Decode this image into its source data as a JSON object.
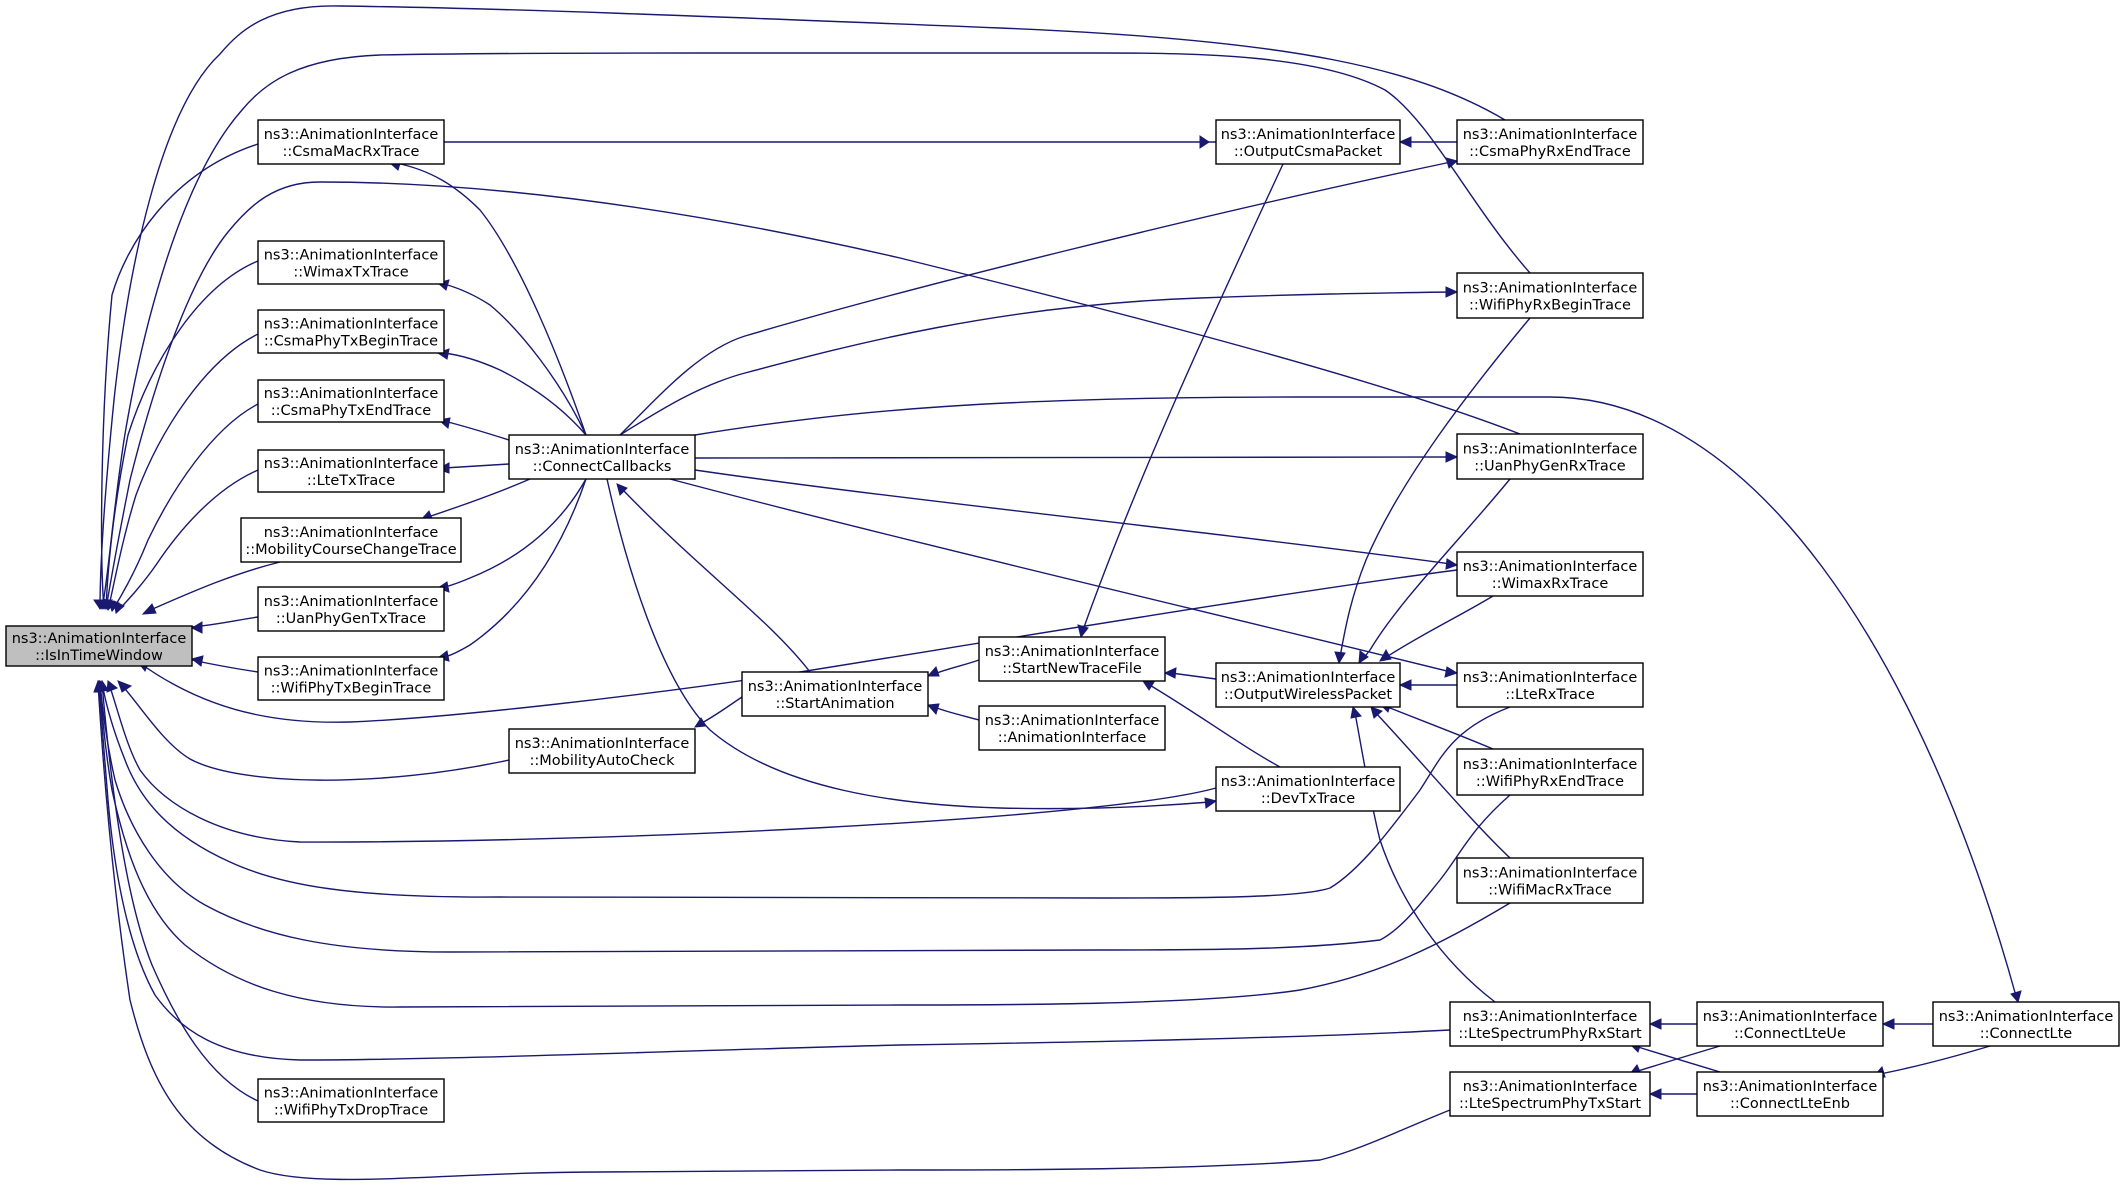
{
  "graph": {
    "background_color": "#ffffff",
    "edge_color": "#191970",
    "node_fill": "#ffffff",
    "focus_fill": "#bfbfbf",
    "nodes": [
      {
        "id": "isInTimeWindow",
        "line1": "ns3::AnimationInterface",
        "line2": "::IsInTimeWindow",
        "focus": true
      },
      {
        "id": "csmaMacRxTrace",
        "line1": "ns3::AnimationInterface",
        "line2": "::CsmaMacRxTrace"
      },
      {
        "id": "wimaxTxTrace",
        "line1": "ns3::AnimationInterface",
        "line2": "::WimaxTxTrace"
      },
      {
        "id": "csmaPhyTxBeginTrace",
        "line1": "ns3::AnimationInterface",
        "line2": "::CsmaPhyTxBeginTrace"
      },
      {
        "id": "csmaPhyTxEndTrace",
        "line1": "ns3::AnimationInterface",
        "line2": "::CsmaPhyTxEndTrace"
      },
      {
        "id": "lteTxTrace",
        "line1": "ns3::AnimationInterface",
        "line2": "::LteTxTrace"
      },
      {
        "id": "mobilityCourseChangeTrace",
        "line1": "ns3::AnimationInterface",
        "line2": "::MobilityCourseChangeTrace"
      },
      {
        "id": "uanPhyGenTxTrace",
        "line1": "ns3::AnimationInterface",
        "line2": "::UanPhyGenTxTrace"
      },
      {
        "id": "wifiPhyTxBeginTrace",
        "line1": "ns3::AnimationInterface",
        "line2": "::WifiPhyTxBeginTrace"
      },
      {
        "id": "wifiPhyTxDropTrace",
        "line1": "ns3::AnimationInterface",
        "line2": "::WifiPhyTxDropTrace"
      },
      {
        "id": "connectCallbacks",
        "line1": "ns3::AnimationInterface",
        "line2": "::ConnectCallbacks"
      },
      {
        "id": "mobilityAutoCheck",
        "line1": "ns3::AnimationInterface",
        "line2": "::MobilityAutoCheck"
      },
      {
        "id": "startAnimation",
        "line1": "ns3::AnimationInterface",
        "line2": "::StartAnimation"
      },
      {
        "id": "startNewTraceFile",
        "line1": "ns3::AnimationInterface",
        "line2": "::StartNewTraceFile"
      },
      {
        "id": "animationInterface",
        "line1": "ns3::AnimationInterface",
        "line2": "::AnimationInterface"
      },
      {
        "id": "outputCsmaPacket",
        "line1": "ns3::AnimationInterface",
        "line2": "::OutputCsmaPacket"
      },
      {
        "id": "outputWirelessPacket",
        "line1": "ns3::AnimationInterface",
        "line2": "::OutputWirelessPacket"
      },
      {
        "id": "devTxTrace",
        "line1": "ns3::AnimationInterface",
        "line2": "::DevTxTrace"
      },
      {
        "id": "csmaPhyRxEndTrace",
        "line1": "ns3::AnimationInterface",
        "line2": "::CsmaPhyRxEndTrace"
      },
      {
        "id": "wifiPhyRxBeginTrace",
        "line1": "ns3::AnimationInterface",
        "line2": "::WifiPhyRxBeginTrace"
      },
      {
        "id": "uanPhyGenRxTrace",
        "line1": "ns3::AnimationInterface",
        "line2": "::UanPhyGenRxTrace"
      },
      {
        "id": "wimaxRxTrace",
        "line1": "ns3::AnimationInterface",
        "line2": "::WimaxRxTrace"
      },
      {
        "id": "lteRxTrace",
        "line1": "ns3::AnimationInterface",
        "line2": "::LteRxTrace"
      },
      {
        "id": "wifiPhyRxEndTrace",
        "line1": "ns3::AnimationInterface",
        "line2": "::WifiPhyRxEndTrace"
      },
      {
        "id": "wifiMacRxTrace",
        "line1": "ns3::AnimationInterface",
        "line2": "::WifiMacRxTrace"
      },
      {
        "id": "lteSpectrumPhyRxStart",
        "line1": "ns3::AnimationInterface",
        "line2": "::LteSpectrumPhyRxStart"
      },
      {
        "id": "lteSpectrumPhyTxStart",
        "line1": "ns3::AnimationInterface",
        "line2": "::LteSpectrumPhyTxStart"
      },
      {
        "id": "connectLteUe",
        "line1": "ns3::AnimationInterface",
        "line2": "::ConnectLteUe"
      },
      {
        "id": "connectLteEnb",
        "line1": "ns3::AnimationInterface",
        "line2": "::ConnectLteEnb"
      },
      {
        "id": "connectLte",
        "line1": "ns3::AnimationInterface",
        "line2": "::ConnectLte"
      }
    ],
    "edges": [
      {
        "from": "csmaMacRxTrace",
        "to": "isInTimeWindow"
      },
      {
        "from": "wimaxTxTrace",
        "to": "isInTimeWindow"
      },
      {
        "from": "csmaPhyTxBeginTrace",
        "to": "isInTimeWindow"
      },
      {
        "from": "csmaPhyTxEndTrace",
        "to": "isInTimeWindow"
      },
      {
        "from": "lteTxTrace",
        "to": "isInTimeWindow"
      },
      {
        "from": "mobilityCourseChangeTrace",
        "to": "isInTimeWindow"
      },
      {
        "from": "uanPhyGenTxTrace",
        "to": "isInTimeWindow"
      },
      {
        "from": "wifiPhyTxBeginTrace",
        "to": "isInTimeWindow"
      },
      {
        "from": "wifiPhyTxDropTrace",
        "to": "isInTimeWindow"
      },
      {
        "from": "mobilityAutoCheck",
        "to": "isInTimeWindow"
      },
      {
        "from": "devTxTrace",
        "to": "isInTimeWindow"
      },
      {
        "from": "csmaPhyRxEndTrace",
        "to": "isInTimeWindow"
      },
      {
        "from": "wifiPhyRxBeginTrace",
        "to": "isInTimeWindow"
      },
      {
        "from": "uanPhyGenRxTrace",
        "to": "isInTimeWindow"
      },
      {
        "from": "wimaxRxTrace",
        "to": "isInTimeWindow"
      },
      {
        "from": "lteRxTrace",
        "to": "isInTimeWindow"
      },
      {
        "from": "wifiPhyRxEndTrace",
        "to": "isInTimeWindow"
      },
      {
        "from": "wifiMacRxTrace",
        "to": "isInTimeWindow"
      },
      {
        "from": "lteSpectrumPhyRxStart",
        "to": "isInTimeWindow"
      },
      {
        "from": "lteSpectrumPhyTxStart",
        "to": "isInTimeWindow"
      },
      {
        "from": "outputCsmaPacket",
        "to": "csmaMacRxTrace"
      },
      {
        "from": "connectCallbacks",
        "to": "csmaMacRxTrace"
      },
      {
        "from": "connectCallbacks",
        "to": "wimaxTxTrace"
      },
      {
        "from": "connectCallbacks",
        "to": "csmaPhyTxBeginTrace"
      },
      {
        "from": "connectCallbacks",
        "to": "csmaPhyTxEndTrace"
      },
      {
        "from": "connectCallbacks",
        "to": "lteTxTrace"
      },
      {
        "from": "connectCallbacks",
        "to": "mobilityCourseChangeTrace"
      },
      {
        "from": "connectCallbacks",
        "to": "uanPhyGenTxTrace"
      },
      {
        "from": "connectCallbacks",
        "to": "wifiPhyTxBeginTrace"
      },
      {
        "from": "connectCallbacks",
        "to": "csmaPhyRxEndTrace"
      },
      {
        "from": "connectCallbacks",
        "to": "wifiPhyRxBeginTrace"
      },
      {
        "from": "connectCallbacks",
        "to": "uanPhyGenRxTrace"
      },
      {
        "from": "connectCallbacks",
        "to": "wimaxRxTrace"
      },
      {
        "from": "connectCallbacks",
        "to": "lteRxTrace"
      },
      {
        "from": "connectCallbacks",
        "to": "devTxTrace"
      },
      {
        "from": "connectCallbacks",
        "to": "connectLte"
      },
      {
        "from": "startAnimation",
        "to": "connectCallbacks"
      },
      {
        "from": "startAnimation",
        "to": "mobilityAutoCheck"
      },
      {
        "from": "startNewTraceFile",
        "to": "startAnimation"
      },
      {
        "from": "animationInterface",
        "to": "startAnimation"
      },
      {
        "from": "outputCsmaPacket",
        "to": "startNewTraceFile"
      },
      {
        "from": "outputWirelessPacket",
        "to": "startNewTraceFile"
      },
      {
        "from": "devTxTrace",
        "to": "startNewTraceFile"
      },
      {
        "from": "csmaPhyRxEndTrace",
        "to": "outputCsmaPacket"
      },
      {
        "from": "wifiPhyRxBeginTrace",
        "to": "outputWirelessPacket"
      },
      {
        "from": "uanPhyGenRxTrace",
        "to": "outputWirelessPacket"
      },
      {
        "from": "wimaxRxTrace",
        "to": "outputWirelessPacket"
      },
      {
        "from": "lteRxTrace",
        "to": "outputWirelessPacket"
      },
      {
        "from": "wifiPhyRxEndTrace",
        "to": "outputWirelessPacket"
      },
      {
        "from": "wifiMacRxTrace",
        "to": "outputWirelessPacket"
      },
      {
        "from": "lteSpectrumPhyRxStart",
        "to": "outputWirelessPacket"
      },
      {
        "from": "connectLteUe",
        "to": "lteSpectrumPhyRxStart"
      },
      {
        "from": "connectLteUe",
        "to": "lteSpectrumPhyTxStart"
      },
      {
        "from": "connectLteEnb",
        "to": "lteSpectrumPhyRxStart"
      },
      {
        "from": "connectLteEnb",
        "to": "lteSpectrumPhyTxStart"
      },
      {
        "from": "connectLte",
        "to": "connectLteUe"
      },
      {
        "from": "connectLte",
        "to": "connectLteEnb"
      }
    ]
  }
}
